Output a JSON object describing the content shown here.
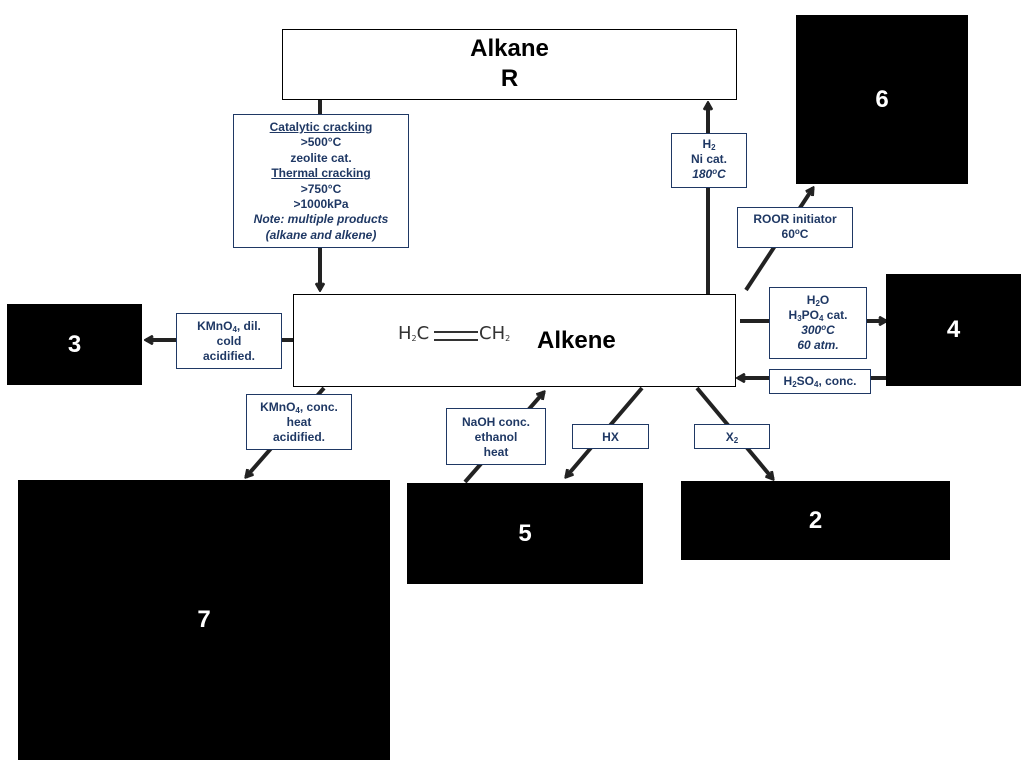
{
  "alkane": {
    "title": "Alkane",
    "subtitle": "R"
  },
  "alkene": {
    "title": "Alkene",
    "formula_left": "H",
    "formula_left_sub": "2",
    "formula_left_atom": "C",
    "formula_right": "CH",
    "formula_right_sub": "2"
  },
  "boxes": {
    "b2": "2",
    "b3": "3",
    "b4": "4",
    "b5": "5",
    "b6": "6",
    "b7": "7"
  },
  "cracking": {
    "l1": "Catalytic cracking",
    "l2": ">500°C",
    "l3": "zeolite cat.",
    "l4": "Thermal cracking",
    "l5": ">750°C",
    "l6": ">1000kPa",
    "l7": "Note: multiple products",
    "l8": "(alkane and alkene)"
  },
  "hydrogenation": {
    "l1": "H",
    "l1_sub": "2",
    "l2": "Ni cat.",
    "l3": "180",
    "l3_sup": "o",
    "l3_unit": "C"
  },
  "radical": {
    "l1": "ROOR initiator",
    "l2": "60",
    "l2_sup": "o",
    "l2_unit": "C"
  },
  "hydration": {
    "l1": "H",
    "l1_sub": "2",
    "l1_end": "O",
    "l2_a": "H",
    "l2_sub1": "3",
    "l2_b": "PO",
    "l2_sub2": "4",
    "l2_c": " cat.",
    "l3": "300",
    "l3_sup": "o",
    "l3_unit": "C",
    "l4": "60 atm."
  },
  "sulfuric": {
    "a": "H",
    "sub1": "2",
    "b": "SO",
    "sub2": "4",
    "c": ", conc."
  },
  "kmno4_cold": {
    "a": "KMnO",
    "sub": "4",
    "b": ", dil.",
    "l2": "cold",
    "l3": "acidified."
  },
  "kmno4_hot": {
    "a": "KMnO",
    "sub": "4",
    "b": ", conc.",
    "l2": "heat",
    "l3": "acidified."
  },
  "elimination": {
    "l1": "NaOH conc.",
    "l2": "ethanol",
    "l3": "heat"
  },
  "hx": {
    "l1": "HX"
  },
  "x2": {
    "a": "X",
    "sub": "2"
  }
}
